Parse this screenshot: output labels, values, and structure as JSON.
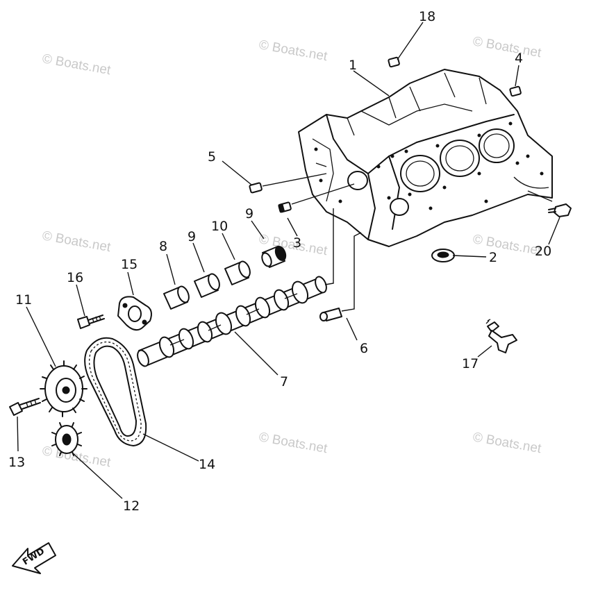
{
  "watermark": "© Boats.net",
  "fwd_label": "FWD",
  "callouts": {
    "c1": "1",
    "c2": "2",
    "c3": "3",
    "c4": "4",
    "c5": "5",
    "c6": "6",
    "c7": "7",
    "c8": "8",
    "c9a": "9",
    "c9b": "9",
    "c10": "10",
    "c11": "11",
    "c12": "12",
    "c13": "13",
    "c14": "14",
    "c15": "15",
    "c16": "16",
    "c17": "17",
    "c18": "18",
    "c20": "20"
  }
}
